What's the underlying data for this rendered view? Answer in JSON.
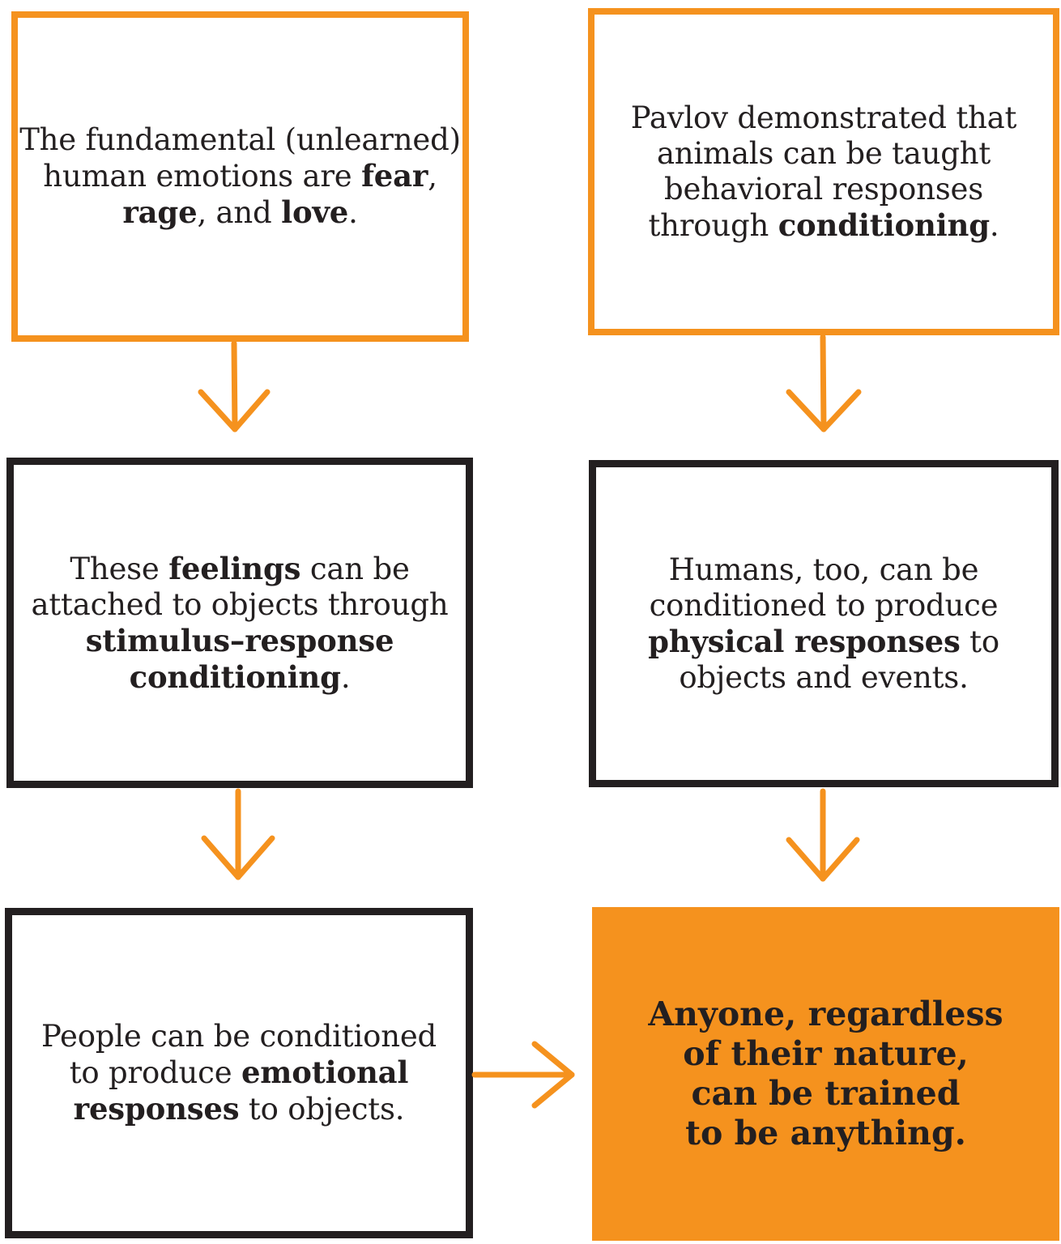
{
  "colors": {
    "accent_orange": "#f5921e",
    "ink_black": "#231f20",
    "background": "#ffffff"
  },
  "boxes": {
    "emotions": {
      "lines": [
        [
          {
            "t": "The fundamental (unlearned)",
            "b": false
          }
        ],
        [
          {
            "t": "human emotions are ",
            "b": false
          },
          {
            "t": "fear",
            "b": true
          },
          {
            "t": ",",
            "b": false
          }
        ],
        [
          {
            "t": "rage",
            "b": true
          },
          {
            "t": ", and ",
            "b": false
          },
          {
            "t": "love",
            "b": true
          },
          {
            "t": ".",
            "b": false
          }
        ]
      ]
    },
    "pavlov": {
      "lines": [
        [
          {
            "t": "Pavlov demonstrated that",
            "b": false
          }
        ],
        [
          {
            "t": "animals can be taught",
            "b": false
          }
        ],
        [
          {
            "t": "behavioral responses",
            "b": false
          }
        ],
        [
          {
            "t": "through ",
            "b": false
          },
          {
            "t": "conditioning",
            "b": true
          },
          {
            "t": ".",
            "b": false
          }
        ]
      ]
    },
    "feelings": {
      "lines": [
        [
          {
            "t": "These ",
            "b": false
          },
          {
            "t": "feelings",
            "b": true
          },
          {
            "t": " can be",
            "b": false
          }
        ],
        [
          {
            "t": "attached to objects through",
            "b": false
          }
        ],
        [
          {
            "t": "stimulus–response",
            "b": true
          }
        ],
        [
          {
            "t": "conditioning",
            "b": true
          },
          {
            "t": ".",
            "b": false
          }
        ]
      ]
    },
    "humans": {
      "lines": [
        [
          {
            "t": "Humans, too, can be",
            "b": false
          }
        ],
        [
          {
            "t": "conditioned to produce",
            "b": false
          }
        ],
        [
          {
            "t": "physical responses",
            "b": true
          },
          {
            "t": " to",
            "b": false
          }
        ],
        [
          {
            "t": "objects and events.",
            "b": false
          }
        ]
      ]
    },
    "people": {
      "lines": [
        [
          {
            "t": "People can be conditioned",
            "b": false
          }
        ],
        [
          {
            "t": "to produce ",
            "b": false
          },
          {
            "t": "emotional",
            "b": true
          }
        ],
        [
          {
            "t": "responses",
            "b": true
          },
          {
            "t": " to objects.",
            "b": false
          }
        ]
      ]
    },
    "conclusion": {
      "lines": [
        "Anyone, regardless",
        "of their nature,",
        "can be trained",
        "to be anything."
      ]
    }
  }
}
